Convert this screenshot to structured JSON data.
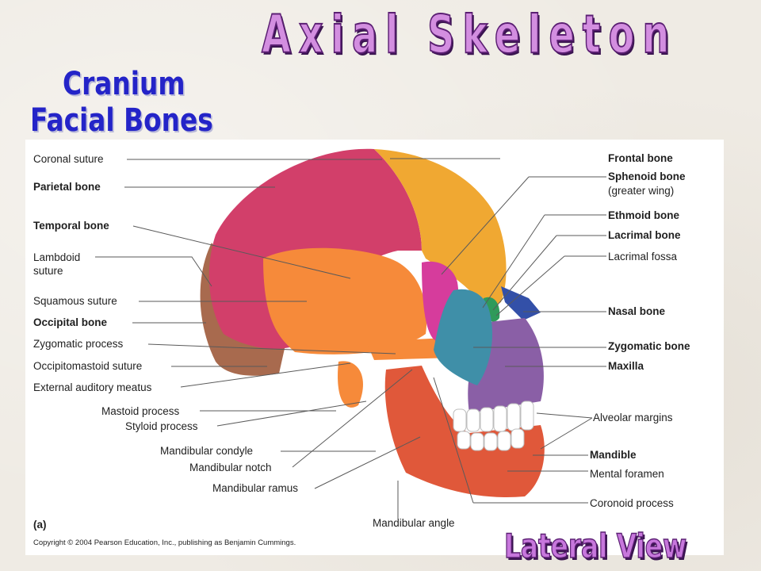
{
  "header": {
    "title": "Axial Skeleton",
    "subtitle_line1": "Cranium",
    "subtitle_line2": "Facial Bones",
    "footer_title": "Lateral View"
  },
  "figure": {
    "part_label": "(a)",
    "copyright": "Copyright © 2004 Pearson Education, Inc., publishing as Benjamin Cummings.",
    "labels_left": [
      "Coronal suture",
      "Parietal bone",
      "Temporal bone",
      "Lambdoid",
      "suture",
      "Squamous suture",
      "Occipital bone",
      "Zygomatic process",
      "Occipitomastoid suture",
      "External auditory meatus",
      "Mastoid process",
      "Styloid process",
      "Mandibular condyle",
      "Mandibular notch",
      "Mandibular ramus",
      "Mandibular angle"
    ],
    "labels_right": [
      "Frontal bone",
      "Sphenoid bone",
      "(greater wing)",
      "Ethmoid bone",
      "Lacrimal bone",
      "Lacrimal fossa",
      "Nasal bone",
      "Zygomatic bone",
      "Maxilla",
      "Alveolar margins",
      "Mandible",
      "Mental foramen",
      "Coronoid process"
    ],
    "colors": {
      "parietal": "#d23f6a",
      "frontal": "#f0a832",
      "temporal": "#f68a3a",
      "occipital": "#a86a4e",
      "sphenoid": "#d63c9c",
      "zygomatic": "#3f8fa8",
      "maxilla": "#8a5fa6",
      "nasal": "#3350a8",
      "lacrimal": "#2f9a5a",
      "mandible": "#e0583a",
      "teeth": "#ffffff",
      "title_purple": "#d38ee0",
      "subtitle_blue": "#2424c8"
    }
  }
}
